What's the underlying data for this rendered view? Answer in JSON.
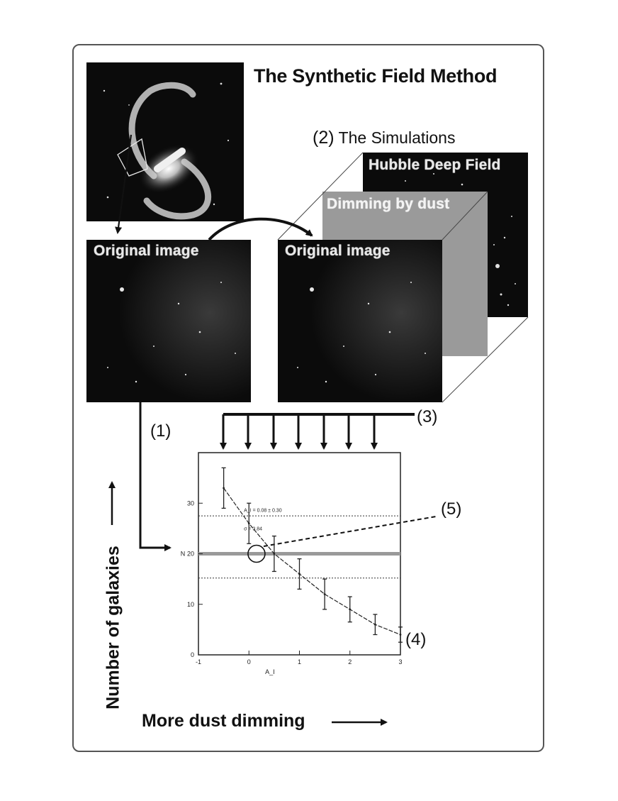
{
  "title": "The Synthetic Field Method",
  "simulations": {
    "number": "(2)",
    "label": "The Simulations"
  },
  "panels": {
    "hdf": "Hubble Deep Field",
    "dimming": "Dimming by dust",
    "original_left": "Original image",
    "original_right": "Original image"
  },
  "steps": {
    "s1": "(1)",
    "s3": "(3)",
    "s4": "(4)",
    "s5": "(5)"
  },
  "axes_captions": {
    "y": "Number of galaxies",
    "x": "More dust dimming"
  },
  "colors": {
    "background": "#ffffff",
    "ink": "#111111",
    "tile": "#0b0b0b",
    "dust_panel": "#9a9a9a"
  },
  "chart_data": {
    "type": "scatter",
    "xlabel": "A_I",
    "ylabel": "N",
    "xlim": [
      -1,
      3
    ],
    "ylim": [
      0,
      40
    ],
    "x_ticks": [
      "-1",
      "0",
      "1",
      "2",
      "3"
    ],
    "y_ticks": [
      "0",
      "10",
      "20",
      "30"
    ],
    "series": [
      {
        "points": [
          {
            "x": -0.5,
            "y": 33,
            "err": 4
          },
          {
            "x": 0.0,
            "y": 26,
            "err": 4
          },
          {
            "x": 0.5,
            "y": 20,
            "err": 3.5
          },
          {
            "x": 1.0,
            "y": 16,
            "err": 3
          },
          {
            "x": 1.5,
            "y": 12,
            "err": 3
          },
          {
            "x": 2.0,
            "y": 9,
            "err": 2.5
          },
          {
            "x": 2.5,
            "y": 6,
            "err": 2
          },
          {
            "x": 3.0,
            "y": 4,
            "err": 1.5
          }
        ]
      }
    ],
    "reference_lines": [
      {
        "y": 20,
        "label": "",
        "style": "thick-gray"
      },
      {
        "y": 27.5,
        "label": "",
        "style": "dotted"
      },
      {
        "y": 15.2,
        "label": "",
        "style": "dotted"
      }
    ],
    "annotations": [
      "A_I = 0.08 ± 0.30",
      "σ = 3.84"
    ],
    "grid": false
  }
}
